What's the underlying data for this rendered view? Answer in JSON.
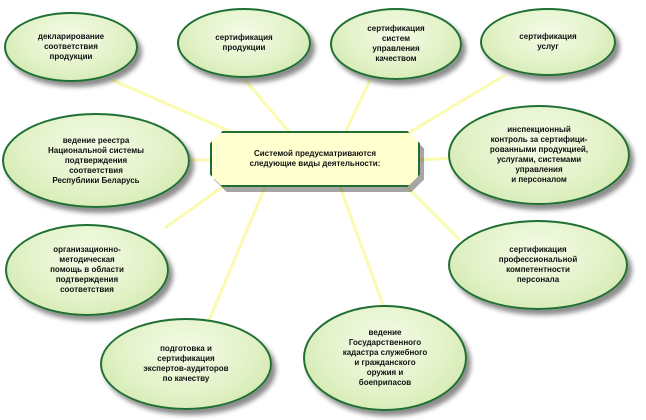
{
  "center": {
    "text": "Системой предусматриваются\nследующие виды деятельности:"
  },
  "nodes": [
    {
      "id": "declaring",
      "text": "декларирование\nсоответствия\nпродукции"
    },
    {
      "id": "product-cert",
      "text": "сертификация\nпродукции"
    },
    {
      "id": "qms-cert",
      "text": "сертификация\nсистем\nуправления\nкачеством"
    },
    {
      "id": "service-cert",
      "text": "сертификация\nуслуг"
    },
    {
      "id": "inspection",
      "text": "инспекционный\nконтроль за сертифици-\nрованными продукцией,\nуслугами, системами\nуправления\nи персоналом"
    },
    {
      "id": "registry",
      "text": "ведение реестра\nНациональной системы\nподтверждения\nсоответствия\nРеспублики Беларусь"
    },
    {
      "id": "method-help",
      "text": "организационно-\nметодическая\nпомощь в области\nподтверждения\nсоответствия"
    },
    {
      "id": "personnel-cert",
      "text": "сертификация\nпрофессиональной\nкомпетентности\nперсонала"
    },
    {
      "id": "auditors",
      "text": "подготовка и\nсертификация\nэкспертов-аудиторов\nпо качеству"
    },
    {
      "id": "weapons-cadastre",
      "text": "ведение\nГосударственного\nкадастра служебного\nи гражданского\nоружия и\nбоеприпасов"
    }
  ]
}
